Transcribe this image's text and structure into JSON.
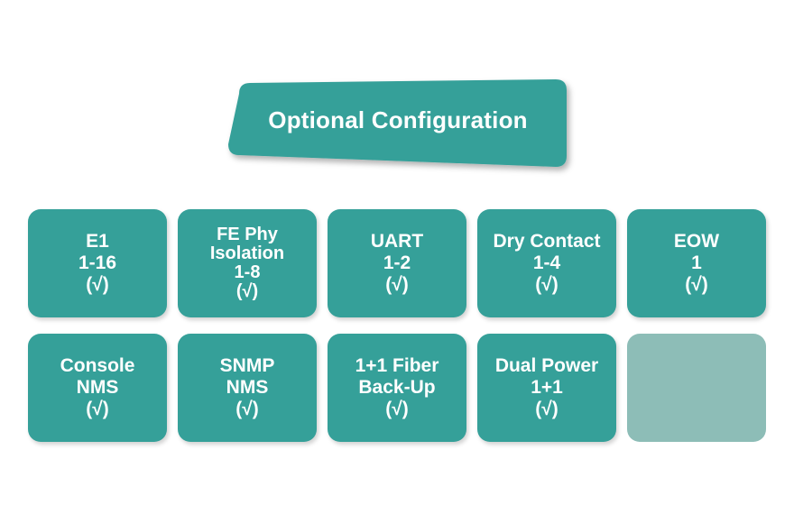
{
  "page": {
    "background_color": "#ffffff",
    "accent_color": "#35a099",
    "muted_accent_color": "#8dbdb7",
    "text_color": "#ffffff"
  },
  "banner": {
    "title": "Optional Configuration"
  },
  "options_grid": {
    "columns": 5,
    "rows": 2,
    "tiles": [
      {
        "name": "e1",
        "lines": [
          "E1",
          "1-16",
          "(√)"
        ]
      },
      {
        "name": "fe-phy-isolation",
        "lines": [
          "FE Phy",
          "Isolation",
          "1-8",
          "(√)"
        ]
      },
      {
        "name": "uart",
        "lines": [
          "UART",
          "1-2",
          "(√)"
        ]
      },
      {
        "name": "dry-contact",
        "lines": [
          "Dry Contact",
          "1-4",
          "(√)"
        ]
      },
      {
        "name": "eow",
        "lines": [
          "EOW",
          "1",
          "(√)"
        ]
      },
      {
        "name": "console-nms",
        "lines": [
          "Console",
          "NMS",
          "(√)"
        ]
      },
      {
        "name": "snmp-nms",
        "lines": [
          "SNMP",
          "NMS",
          "(√)"
        ]
      },
      {
        "name": "fiber-backup",
        "lines": [
          "1+1 Fiber",
          "Back-Up",
          "(√)"
        ]
      },
      {
        "name": "dual-power",
        "lines": [
          "Dual Power",
          "1+1",
          "(√)"
        ]
      },
      {
        "name": "placeholder",
        "lines": []
      }
    ]
  }
}
